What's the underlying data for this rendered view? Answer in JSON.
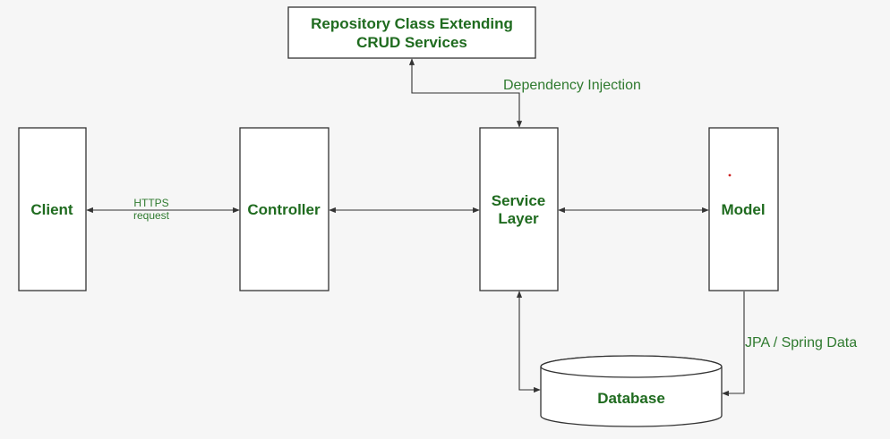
{
  "nodes": {
    "repository": {
      "line1": "Repository Class Extending",
      "line2": "CRUD Services"
    },
    "client": {
      "label": "Client"
    },
    "controller": {
      "label": "Controller"
    },
    "service": {
      "line1": "Service",
      "line2": "Layer"
    },
    "model": {
      "label": "Model"
    },
    "database": {
      "label": "Database"
    }
  },
  "edges": {
    "client_controller": {
      "line1": "HTTPS",
      "line2": "request"
    },
    "service_repository": {
      "label": "Dependency Injection"
    },
    "model_database": {
      "label": "JPA / Spring Data"
    }
  },
  "colors": {
    "text": "#1f6b1f",
    "stroke": "#333333",
    "background": "#f6f6f6",
    "dot": "#cc2222"
  }
}
